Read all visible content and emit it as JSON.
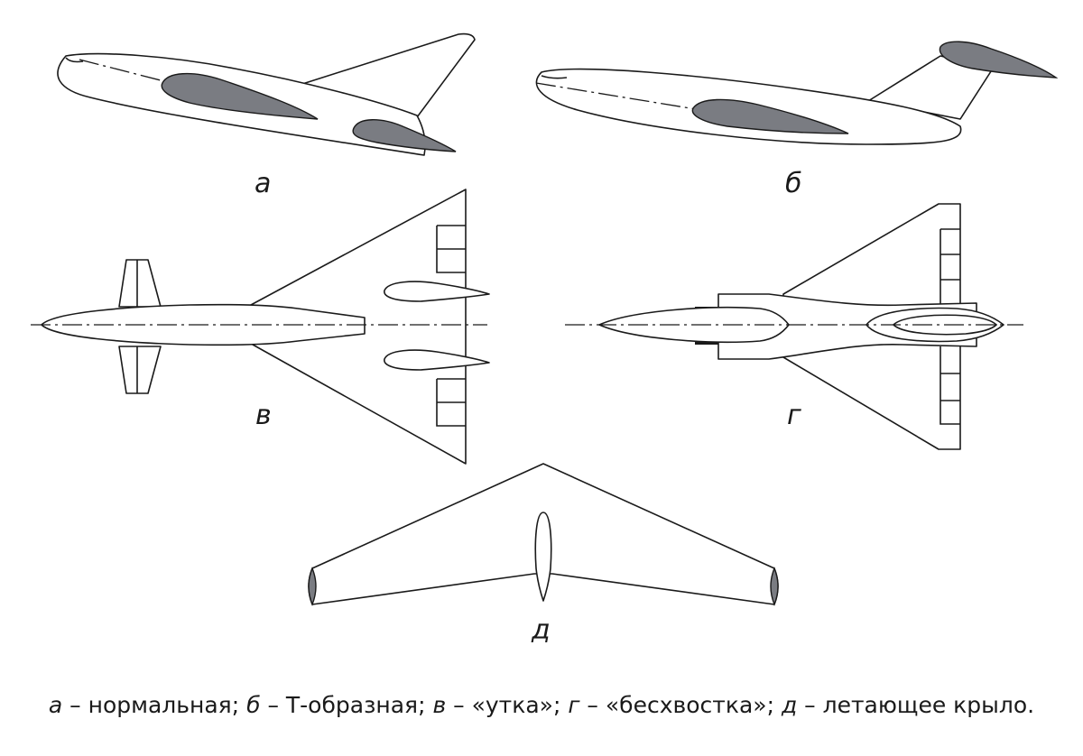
{
  "panels": {
    "a": "а",
    "b": "б",
    "v": "в",
    "g": "г",
    "d": "д"
  },
  "caption": {
    "a_key": "а",
    "a_text": " – нормальная; ",
    "b_key": "б",
    "b_text": " – Т-образная; ",
    "v_key": "в",
    "v_text": " – «утка»; ",
    "g_key": "г",
    "g_text": " – «бесхвостка»; ",
    "d_key": "д",
    "d_text": " – летающее крыло."
  },
  "colors": {
    "outline": "#1a1a1a",
    "section_fill": "#7a7c82",
    "background": "#ffffff"
  }
}
